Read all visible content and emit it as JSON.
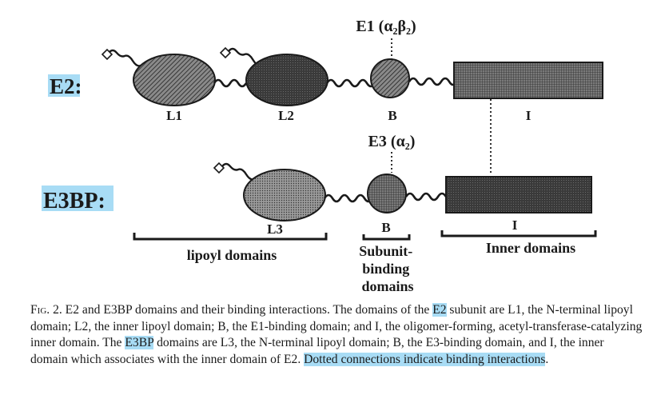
{
  "diagram": {
    "e1_label": "E1 (α₂β₂)",
    "e3_label": "E3 (α₂)",
    "e2_label": "E2",
    "e3bp_label": "E3BP",
    "label_suffix": ":",
    "e2_domains": {
      "l1": "L1",
      "l2": "L2",
      "b": "B",
      "i": "I"
    },
    "e3bp_domains": {
      "l3": "L3",
      "b": "B",
      "i": "I"
    },
    "brackets": {
      "lipoyl": "lipoyl domains",
      "subunit": [
        "Subunit-",
        "binding",
        "domains"
      ],
      "inner": "Inner domains"
    },
    "colors": {
      "highlight": "#a8dcf5",
      "ink": "#1a1a1a"
    }
  },
  "caption": {
    "fig_label": "Fig. 2.",
    "t1": " E2 and E3BP domains and their binding interactions. The domains of the ",
    "h1": "E2",
    "t2": " subunit are L1, the N-terminal lipoyl domain; L2, the inner lipoyl domain; B, the E1-binding domain; and I, the oligomer-forming, acetyl-transferase-catalyzing inner domain. The ",
    "h2": "E3BP",
    "t3": " domains are L3, the N-terminal lipoyl domain; B, the E3-binding domain, and I, the inner domain which associates with the inner domain of E2. ",
    "h3": "Dotted connections indicate binding interactions",
    "t4": "."
  }
}
